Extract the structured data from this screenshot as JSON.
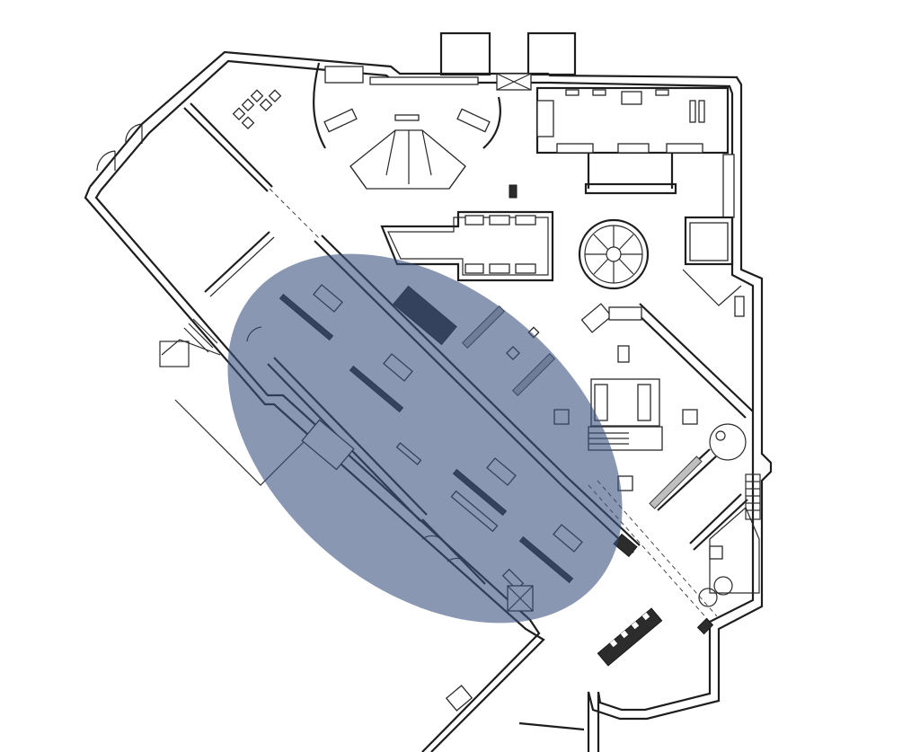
{
  "diagram": {
    "kind": "floor-plan",
    "highlight": {
      "shape": "ellipse",
      "color": "#3b5180",
      "opacity": 0.6
    },
    "colors": {
      "background": "#ffffff",
      "walls": "#1e1e1e",
      "fixtures": "#2a2a2a"
    }
  }
}
